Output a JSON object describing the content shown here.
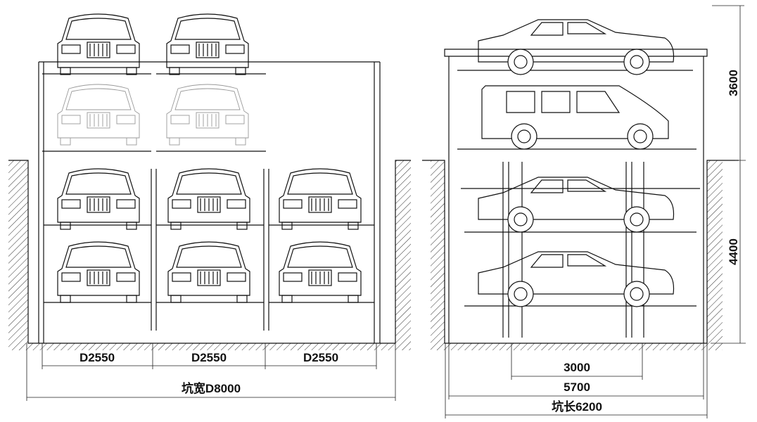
{
  "title": "Pit-type multi-level parking system drawing",
  "front_view": {
    "bay_widths": [
      "D2550",
      "D2550",
      "D2550"
    ],
    "pit_width": "坑宽D8000"
  },
  "side_view": {
    "platform_span": "3000",
    "frame_length": "5700",
    "pit_length": "坑长6200",
    "above_ground_height": "3600",
    "pit_depth": "4400"
  }
}
